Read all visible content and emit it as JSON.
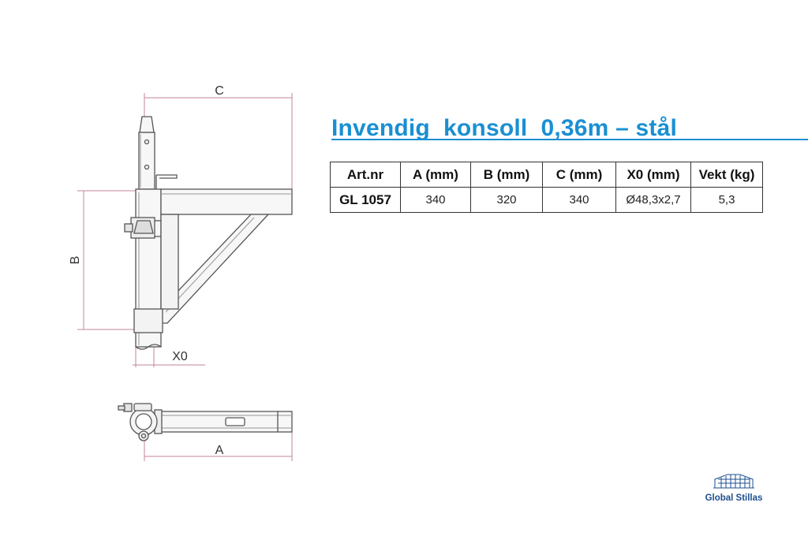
{
  "title": "Invendig  konsoll  0,36m – stål",
  "table": {
    "headers": [
      "Art.nr",
      "A (mm)",
      "B (mm)",
      "C (mm)",
      "X0 (mm)",
      "Vekt (kg)"
    ],
    "row": [
      "GL 1057",
      "340",
      "320",
      "340",
      "Ø48,3x2,7",
      "5,3"
    ]
  },
  "drawing": {
    "dim_c": "C",
    "dim_b": "B",
    "dim_x0": "X0",
    "dim_a": "A"
  },
  "logo": {
    "text": "Global Stillas",
    "icon": "building-icon",
    "color": "#1d4f8f"
  },
  "accent_color": "#1a8fd3"
}
